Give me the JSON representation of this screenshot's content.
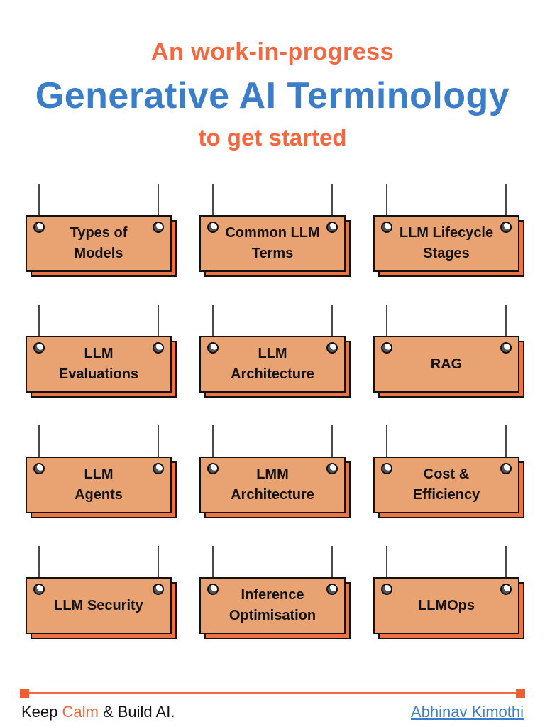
{
  "header": {
    "kicker": "An work-in-progress",
    "title": "Generative AI Terminology",
    "subtitle": "to get started"
  },
  "cards": [
    {
      "label": "Types of\nModels"
    },
    {
      "label": "Common LLM\nTerms"
    },
    {
      "label": "LLM Lifecycle\nStages"
    },
    {
      "label": "LLM\nEvaluations"
    },
    {
      "label": "LLM\nArchitecture"
    },
    {
      "label": "RAG"
    },
    {
      "label": "LLM\nAgents"
    },
    {
      "label": "LMM\nArchitecture"
    },
    {
      "label": "Cost &\nEfficiency"
    },
    {
      "label": "LLM Security"
    },
    {
      "label": "Inference\nOptimisation"
    },
    {
      "label": "LLMOps"
    }
  ],
  "footer": {
    "tagline_part1": "Keep ",
    "tagline_accent": "Calm",
    "tagline_part2": " & Build AI.",
    "author": "Abhinav Kimothi"
  },
  "colors": {
    "accent_orange": "#F4673F",
    "title_blue": "#3A7DC9",
    "card_fill": "#E9A272",
    "card_shadow_fill": "#EE7340"
  }
}
